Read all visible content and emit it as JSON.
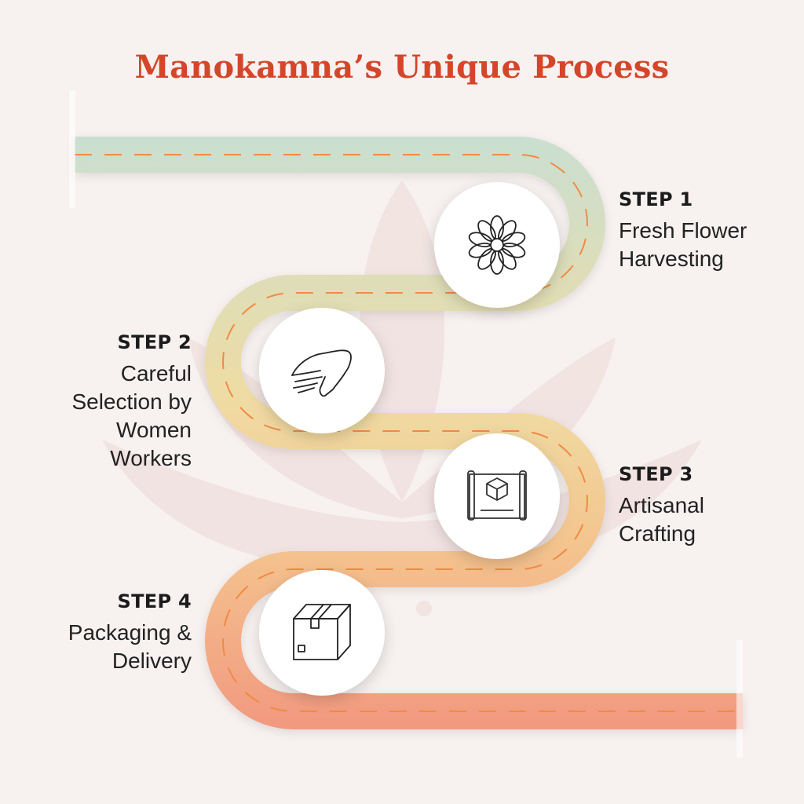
{
  "title": "Manokamna’s Unique Process",
  "colors": {
    "title": "#d4462a",
    "road_start": "#c9dfd1",
    "road_middle": "#f0d59a",
    "road_end": "#f29a80",
    "dash": "#f08a45",
    "background": "#f7f1f0"
  },
  "steps": [
    {
      "label": "STEP 1",
      "desc": [
        "Fresh Flower",
        "Harvesting"
      ],
      "icon": "flower-icon"
    },
    {
      "label": "STEP 2",
      "desc": [
        "Careful",
        "Selection by",
        "Women",
        "Workers"
      ],
      "icon": "hand-icon"
    },
    {
      "label": "STEP 3",
      "desc": [
        "Artisanal",
        "Crafting"
      ],
      "icon": "blueprint-icon"
    },
    {
      "label": "STEP 4",
      "desc": [
        "Packaging &",
        "Delivery"
      ],
      "icon": "package-box-icon"
    }
  ]
}
